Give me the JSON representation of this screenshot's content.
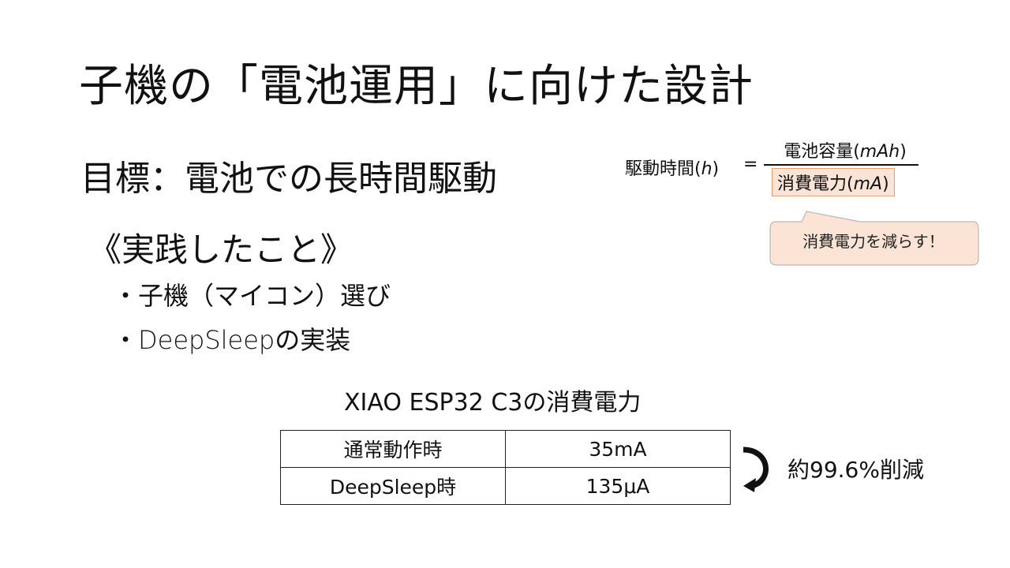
{
  "slide": {
    "title": "子機の「電池運用」に向けた設計",
    "goal": "目標：電池での長時間駆動",
    "practice_heading": "《実践したこと》",
    "bullets": [
      "・子機（マイコン）選び",
      "・DeepSleepの実装"
    ]
  },
  "formula": {
    "lhs_text": "駆動時間(",
    "lhs_var": "h",
    "lhs_close": ")",
    "equals": "=",
    "numerator_text": "電池容量(",
    "numerator_var": "mAh",
    "numerator_close": ")",
    "denominator_text": "消費電力(",
    "denominator_var": "mA",
    "denominator_close": ")"
  },
  "callout": {
    "text": "消費電力を減らす！",
    "fill_color": "#fbe3d6",
    "border_color": "#b8b8b8"
  },
  "power_table": {
    "title": "XIAO ESP32 C3の消費電力",
    "rows": [
      [
        "通常動作時",
        "35mA"
      ],
      [
        "DeepSleep時",
        "135μA"
      ]
    ]
  },
  "reduction": {
    "text": "約99.6%削減",
    "arrow_icon": "curved-arrow-icon"
  }
}
